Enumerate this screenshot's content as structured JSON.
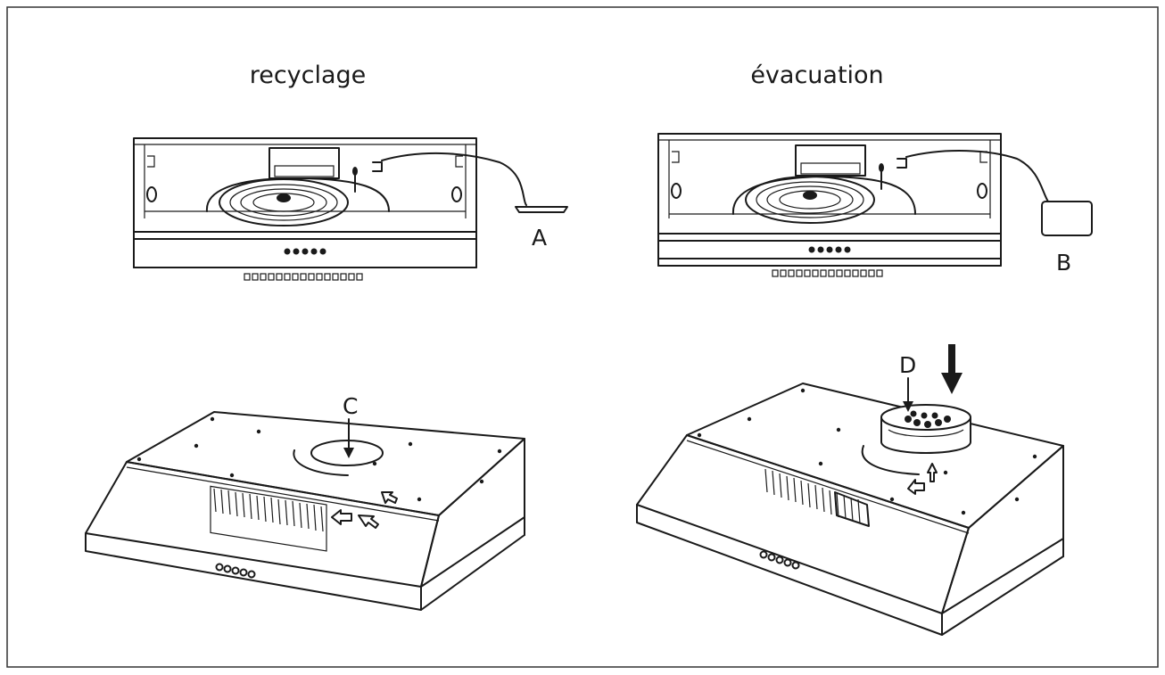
{
  "headings": {
    "left": "recyclage",
    "right": "évacuation"
  },
  "labels": {
    "a": "A",
    "b": "B",
    "c": "C",
    "d": "D"
  }
}
